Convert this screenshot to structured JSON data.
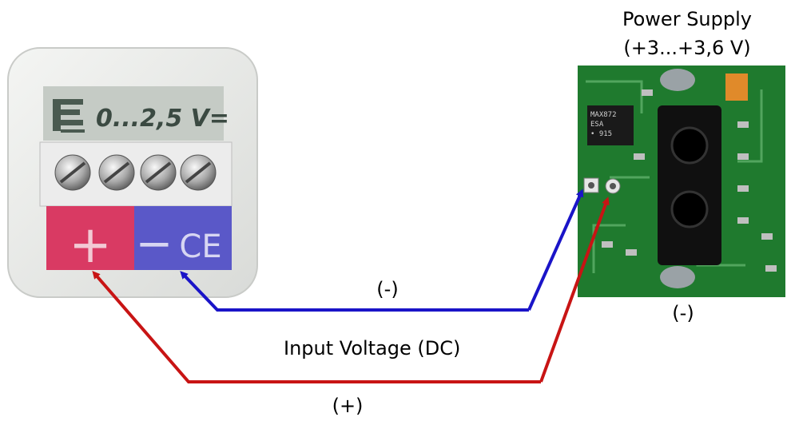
{
  "device": {
    "brand_text": "0...2,5 V=",
    "plus_symbol": "+",
    "minus_symbol": "−",
    "ce_mark": "CE",
    "colors": {
      "plus_terminal": "#d93a63",
      "minus_terminal": "#5a58c8",
      "housing": "#e9ebe8"
    }
  },
  "power_supply": {
    "title_line1": "Power Supply",
    "title_line2": "(+3...+3,6 V)",
    "chip_label": "MAX872\nESA\n915",
    "pcb_color": "#1f7a2e"
  },
  "wires": {
    "negative_label": "(-)",
    "positive_label": "(+)",
    "negative_color": "#1a14c8",
    "positive_color": "#c81414"
  },
  "labels": {
    "input_voltage": "Input Voltage (DC)",
    "board_negative": "(-)"
  }
}
